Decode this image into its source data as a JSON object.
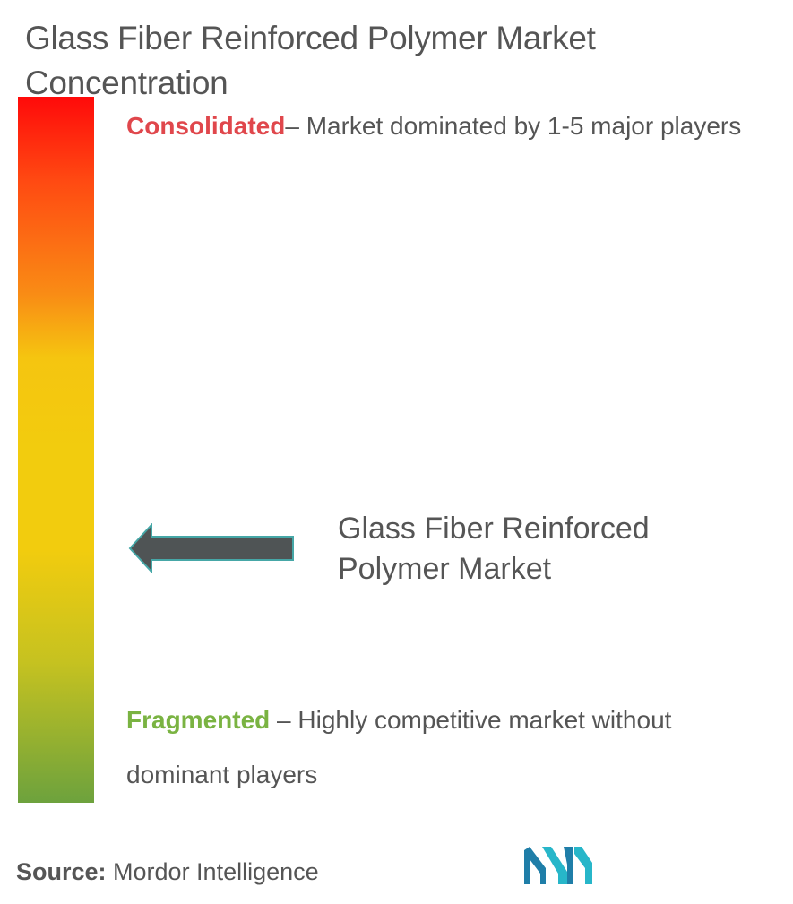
{
  "chart_data": {
    "type": "other",
    "title": "Glass Fiber Reinforced Polymer Market Concentration",
    "scale": {
      "top_label": "Consolidated",
      "top_description": "– Market dominated by 1-5 major players",
      "bottom_label": "Fragmented",
      "bottom_description": " – Highly competitive market without dominant players"
    },
    "marker": {
      "label": "Glass Fiber Reinforced Polymer Market",
      "position": 0.64
    },
    "colors": {
      "top": "#ff0a0a",
      "middle": "#f2cc0e",
      "bottom": "#6da23d",
      "consolidated_text": "#e0474c",
      "fragmented_text": "#7ab342",
      "arrow": "#4f5455"
    }
  },
  "footer": {
    "source_label": "Source:",
    "source_value": " Mordor Intelligence",
    "logo_icon": "mordor-intelligence-logo-icon"
  }
}
